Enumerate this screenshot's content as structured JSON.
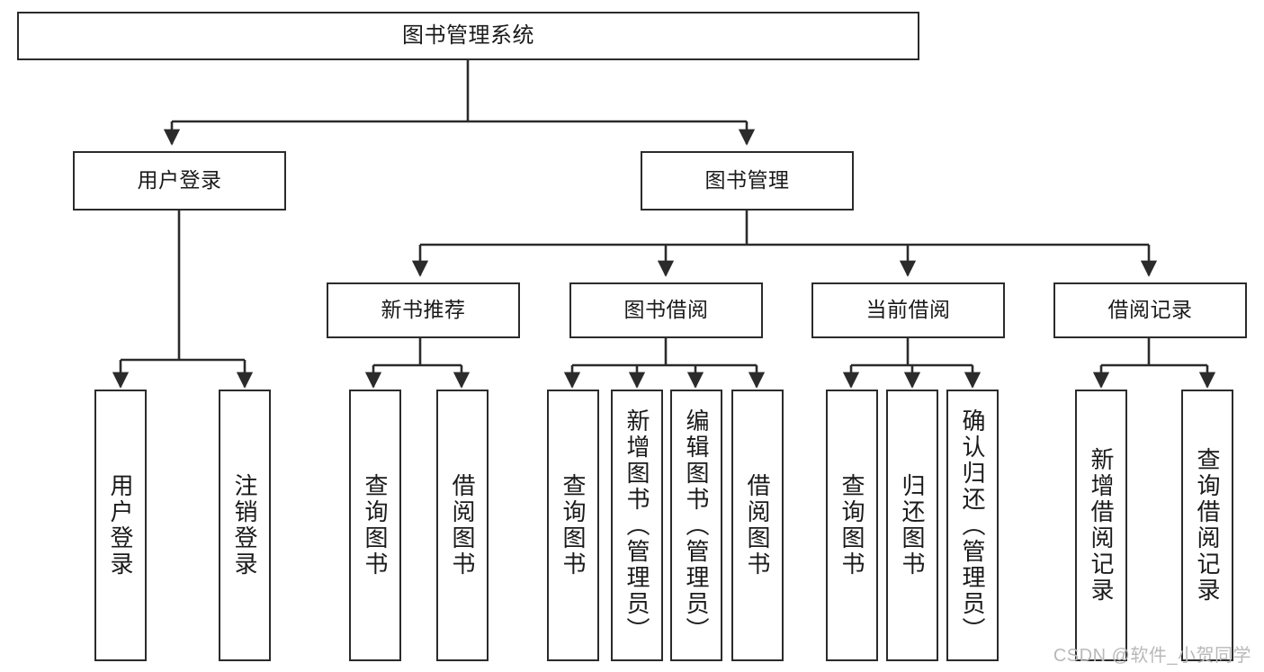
{
  "diagram": {
    "title": "图书管理系统",
    "type": "tree-hierarchy-diagram",
    "colors": {
      "stroke": "#2b2b2b",
      "fill": "#ffffff",
      "text": "#1a1a1a",
      "watermark": "#b9b9b9"
    },
    "root": {
      "label": "图书管理系统"
    },
    "level2": [
      {
        "label": "用户登录"
      },
      {
        "label": "图书管理"
      }
    ],
    "level3": [
      {
        "label": "新书推荐"
      },
      {
        "label": "图书借阅"
      },
      {
        "label": "当前借阅"
      },
      {
        "label": "借阅记录"
      }
    ],
    "leaves": {
      "user_login": [
        {
          "label": "用户登录"
        },
        {
          "label": "注销登录"
        }
      ],
      "new_book_recommend": [
        {
          "label": "查询图书"
        },
        {
          "label": "借阅图书"
        }
      ],
      "book_borrow": [
        {
          "label": "查询图书"
        },
        {
          "label": "新增图书（管理员）"
        },
        {
          "label": "编辑图书（管理员）"
        },
        {
          "label": "借阅图书"
        }
      ],
      "current_borrow": [
        {
          "label": "查询图书"
        },
        {
          "label": "归还图书"
        },
        {
          "label": "确认归还（管理员）"
        }
      ],
      "borrow_records": [
        {
          "label": "新增借阅记录"
        },
        {
          "label": "查询借阅记录"
        }
      ]
    },
    "watermark": "CSDN @软件_小贺同学"
  }
}
